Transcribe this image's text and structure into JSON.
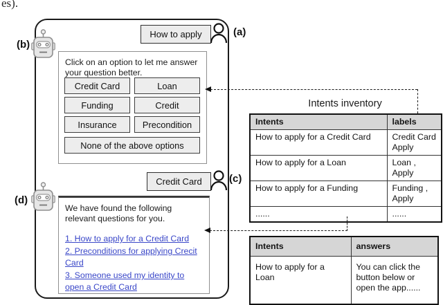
{
  "caption_fragment": "es).",
  "panel_labels": {
    "a": "(a)",
    "b": "(b)",
    "c": "(c)",
    "d": "(d)"
  },
  "icons": {
    "bot": "robot-icon",
    "user": "person-icon"
  },
  "chat": {
    "user_message_1": "How to apply",
    "bot_prompt": "Click on an option to let me answer your question better.",
    "option_buttons": [
      "Credit Card",
      "Loan",
      "Funding",
      "Credit",
      "Insurance",
      "Precondition"
    ],
    "none_button": "None of the above options",
    "user_message_2": "Credit Card",
    "results_intro": "We have found the following relevant questions for you.",
    "result_links": [
      "1. How to apply for a Credit Card",
      "2. Preconditions for applying Crecit Card",
      "3. Someone used my identity to open a Credit Card"
    ]
  },
  "intents_inventory": {
    "title": "Intents inventory",
    "labels_table": {
      "headers": [
        "Intents",
        "labels"
      ],
      "rows": [
        [
          "How to apply for a Credit Card",
          "Credit Card\nApply"
        ],
        [
          "How to apply for a Loan",
          "Loan ,\nApply"
        ],
        [
          "How to apply for a Funding",
          "Funding ,\nApply"
        ],
        [
          "......",
          "......"
        ]
      ]
    },
    "answers_table": {
      "headers": [
        "Intents",
        "answers"
      ],
      "rows": [
        [
          "How to apply for a Loan",
          "You can click the button below or open the app......"
        ]
      ]
    }
  },
  "colors": {
    "link_blue": "#3946c8",
    "button_fill": "#ededed",
    "table_header_fill": "#d6d6d6",
    "stroke_black": "#1a1a1a"
  }
}
